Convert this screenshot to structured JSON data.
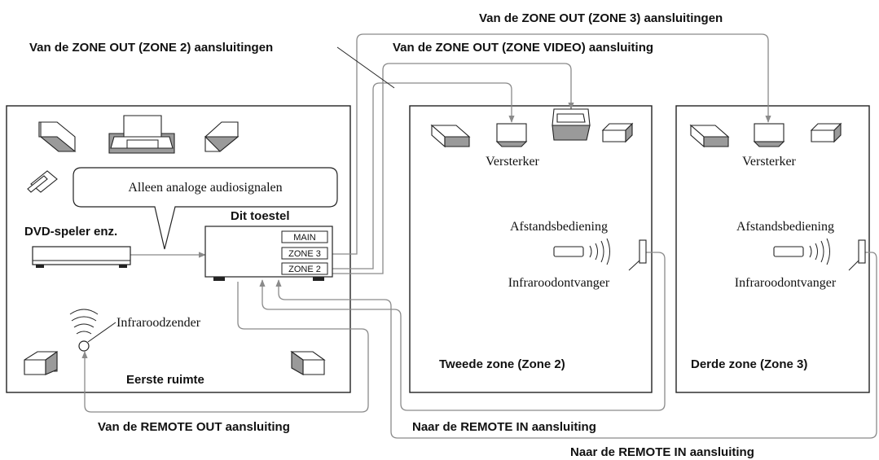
{
  "labels": {
    "zone3_out": "Van de ZONE OUT (ZONE 3) aansluitingen",
    "zone2_out": "Van de ZONE OUT (ZONE 2) aansluitingen",
    "zonevideo_out": "Van de ZONE OUT (ZONE VIDEO) aansluiting",
    "analog_only": "Alleen analoge audiosignalen",
    "dvd_player": "DVD-speler enz.",
    "this_unit": "Dit toestel",
    "port_main": "MAIN",
    "port_zone3": "ZONE 3",
    "port_zone2": "ZONE 2",
    "amplifier_zone2": "Versterker",
    "amplifier_zone3": "Versterker",
    "remote_zone2": "Afstandsbediening",
    "remote_zone3": "Afstandsbediening",
    "ir_receiver_zone2": "Infraroodontvanger",
    "ir_receiver_zone3": "Infraroodontvanger",
    "ir_emitter": "Infraroodzender",
    "room1": "Eerste ruimte",
    "room2": "Tweede zone (Zone 2)",
    "room3": "Derde zone (Zone 3)",
    "remote_out": "Van de REMOTE OUT aansluiting",
    "remote_in_1": "Naar de REMOTE IN aansluiting",
    "remote_in_2": "Naar de REMOTE IN aansluiting"
  },
  "colors": {
    "wire": "#8a8a8a",
    "line": "#222222",
    "speaker_shade": "#9a9a9a"
  }
}
